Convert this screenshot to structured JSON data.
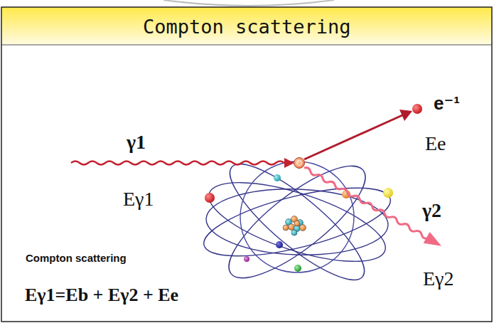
{
  "diagram": {
    "title": "Compton scattering",
    "labels": [
      "γ1",
      "Eγ1",
      "e⁻¹",
      "Ee",
      "γ2",
      "Eγ2",
      "Compton scattering",
      "Eγ1=Eb + Eγ2 + Ee"
    ]
  }
}
